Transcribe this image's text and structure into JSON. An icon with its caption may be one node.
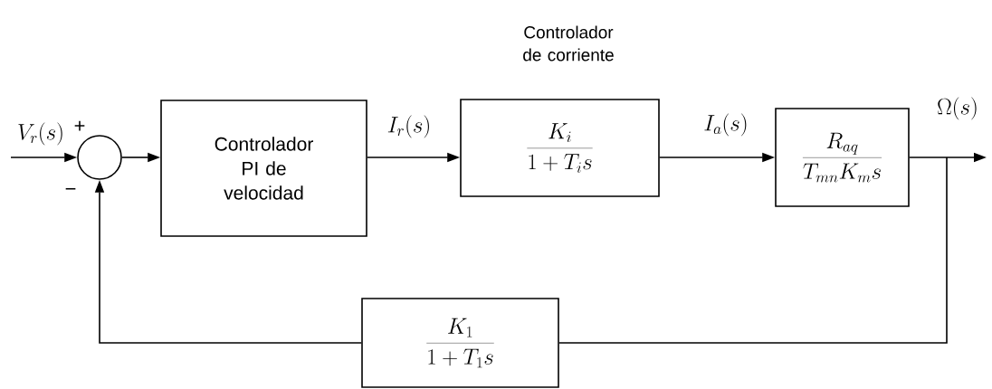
{
  "diagram": {
    "nodes": [
      {
        "text": [],
        "shape": "circle"
      },
      {
        "text": [
          "Controlador PI de velocidad"
        ]
      },
      {
        "text": [
          "Controlador de corriente",
          "\\frac{K_i}{1+T_i s}"
        ]
      },
      {
        "text": [
          "\\frac{R_{aq}}{T_{mn}K_m s}"
        ]
      },
      {
        "text": [
          "\\frac{K_1}{1+T_1 s}"
        ]
      }
    ],
    "edges": [
      {
        "from": null,
        "to": 0,
        "arrow": "to",
        "label": "V_r(s)"
      },
      {
        "from": 0,
        "to": 1,
        "arrow": "to"
      },
      {
        "from": 1,
        "to": 2,
        "arrow": "to",
        "label": "I_r(s)"
      },
      {
        "from": 2,
        "to": 3,
        "arrow": "to",
        "label": "I_a(s)"
      },
      {
        "from": 3,
        "to": null,
        "arrow": "to",
        "label": "\\Omega(s)"
      },
      {
        "from": 3,
        "to": 4,
        "arrow": "none"
      },
      {
        "from": 4,
        "to": 0,
        "arrow": "to"
      }
    ],
    "labels": [
      "+",
      "−"
    ]
  }
}
